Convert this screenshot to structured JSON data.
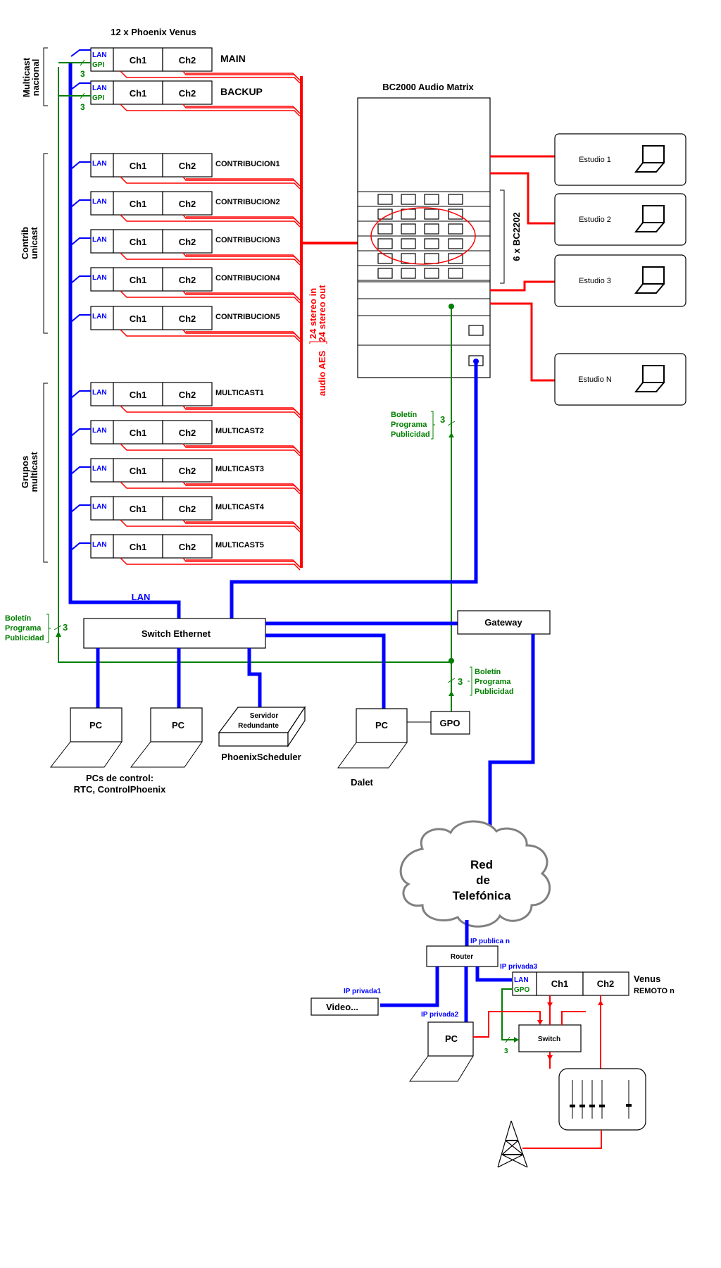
{
  "title": "12 x Phoenix Venus",
  "colors": {
    "lan": "#0000ff",
    "audio": "#ff0000",
    "gpi": "#007f00",
    "line": "#000000"
  },
  "groups": [
    {
      "label_line1": "Multicast",
      "label_line2": "nacional"
    },
    {
      "label_line1": "Contrib",
      "label_line2": "unicast"
    },
    {
      "label_line1": "Grupos",
      "label_line2": "multicast"
    }
  ],
  "codecs": [
    {
      "name": "MAIN",
      "lan": "LAN",
      "gpi": "GPI",
      "gpi_count": "3",
      "ch1": "Ch1",
      "ch2": "Ch2"
    },
    {
      "name": "BACKUP",
      "lan": "LAN",
      "gpi": "GPI",
      "gpi_count": "3",
      "ch1": "Ch1",
      "ch2": "Ch2"
    },
    {
      "name": "CONTRIBUCION1",
      "lan": "LAN",
      "ch1": "Ch1",
      "ch2": "Ch2"
    },
    {
      "name": "CONTRIBUCION2",
      "lan": "LAN",
      "ch1": "Ch1",
      "ch2": "Ch2"
    },
    {
      "name": "CONTRIBUCION3",
      "lan": "LAN",
      "ch1": "Ch1",
      "ch2": "Ch2"
    },
    {
      "name": "CONTRIBUCION4",
      "lan": "LAN",
      "ch1": "Ch1",
      "ch2": "Ch2"
    },
    {
      "name": "CONTRIBUCION5",
      "lan": "LAN",
      "ch1": "Ch1",
      "ch2": "Ch2"
    },
    {
      "name": "MULTICAST1",
      "lan": "LAN",
      "ch1": "Ch1",
      "ch2": "Ch2"
    },
    {
      "name": "MULTICAST2",
      "lan": "LAN",
      "ch1": "Ch1",
      "ch2": "Ch2"
    },
    {
      "name": "MULTICAST3",
      "lan": "LAN",
      "ch1": "Ch1",
      "ch2": "Ch2"
    },
    {
      "name": "MULTICAST4",
      "lan": "LAN",
      "ch1": "Ch1",
      "ch2": "Ch2"
    },
    {
      "name": "MULTICAST5",
      "lan": "LAN",
      "ch1": "Ch1",
      "ch2": "Ch2"
    }
  ],
  "audio_bus": {
    "line1": "24 stereo in",
    "line2": "24 stereo out",
    "line3": "audio AES"
  },
  "matrix": {
    "title": "BC2000 Audio Matrix",
    "cards_label": "6 x BC2202"
  },
  "studios": [
    "Estudio 1",
    "Estudio 2",
    "Estudio 3",
    "Estudio N"
  ],
  "signals": {
    "lines": [
      "Boletín",
      "Programa",
      "Publicidad"
    ],
    "count": "3"
  },
  "lan_label": "LAN",
  "switch_ethernet": "Switch Ethernet",
  "gateway": "Gateway",
  "pcs": {
    "pc_label": "PC",
    "control_caption_1": "PCs de control:",
    "control_caption_2": "RTC, ControlPhoenix"
  },
  "server": {
    "line1": "Servidor",
    "line2": "Redundante",
    "caption": "PhoenixScheduler"
  },
  "dalet": {
    "pc_label": "PC",
    "caption": "Dalet",
    "gpo": "GPO"
  },
  "cloud": {
    "line1": "Red",
    "line2": "de",
    "line3": "Telefónica"
  },
  "remote": {
    "ip_publica": "IP publica n",
    "router": "Router",
    "ip_privada1": "IP privada1",
    "ip_privada2": "IP privada2",
    "ip_privada3": "IP privada3",
    "video": "Video...",
    "pc": "PC",
    "switch": "Switch",
    "lan": "LAN",
    "gpo": "GPO",
    "gpo_count": "3",
    "ch1": "Ch1",
    "ch2": "Ch2",
    "venus_line1": "Venus",
    "venus_line2": "REMOTO n"
  }
}
